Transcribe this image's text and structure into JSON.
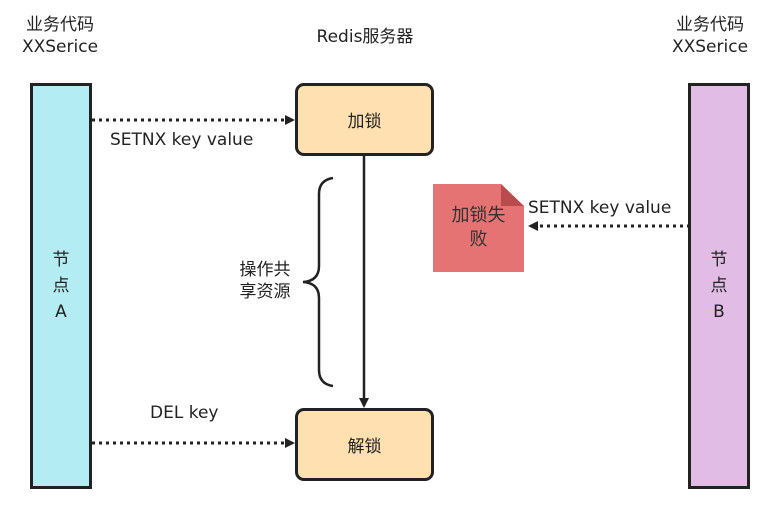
{
  "title": "Redis服务器",
  "client_a": {
    "line1": "业务代码",
    "line2": "XXSerice",
    "node_line1": "节",
    "node_line2": "点",
    "node_line3": "A"
  },
  "client_b": {
    "line1": "业务代码",
    "line2": "XXSerice",
    "node_line1": "节",
    "node_line2": "点",
    "node_line3": "B"
  },
  "lock_box": "加锁",
  "unlock_box": "解锁",
  "shared_op": {
    "line1": "操作共",
    "line2": "享资源"
  },
  "cmd_setnx_a": "SETNX key value",
  "cmd_del": "DEL key",
  "cmd_setnx_b": "SETNX key value",
  "fail_note": {
    "line1": "加锁失",
    "line2": "败"
  },
  "colors": {
    "node_a": "#b3ecf2",
    "node_b": "#e1bde6",
    "box": "#ffe0b0",
    "fail": "#e57373",
    "fail_fold": "#b84c4c"
  }
}
